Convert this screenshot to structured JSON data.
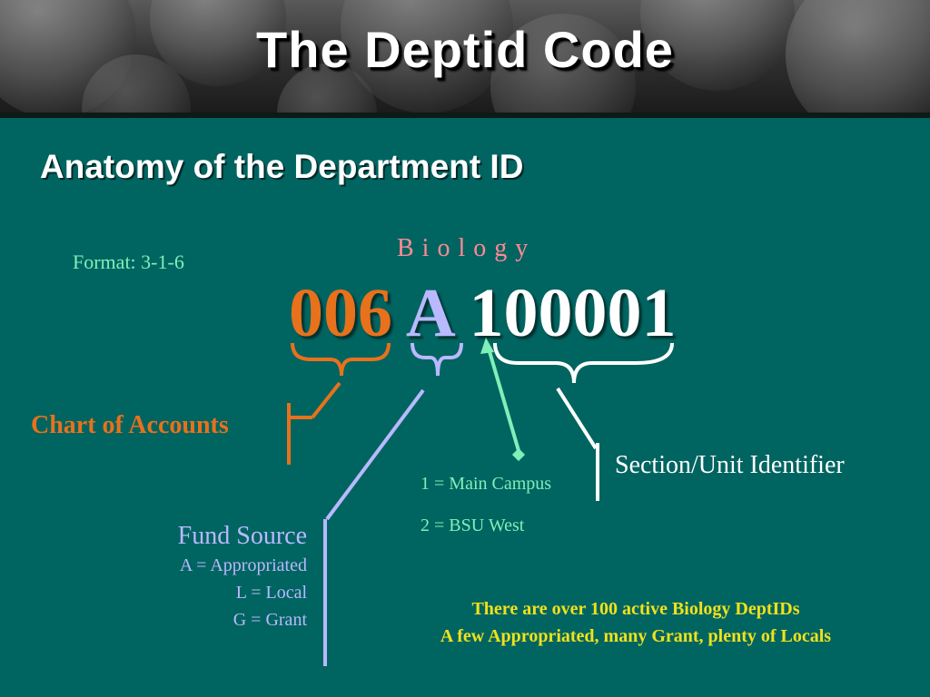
{
  "slide": {
    "title": "The Deptid Code",
    "subtitle": "Anatomy of the Department ID"
  },
  "diagram": {
    "format": "Format: 3-1-6",
    "department": "Biology",
    "code_parts": [
      "006",
      "A",
      "100001"
    ],
    "chart_of_accounts": "Chart of Accounts",
    "section_unit": "Section/Unit Identifier",
    "locations": [
      "1 = Main Campus",
      "2 = BSU West"
    ],
    "fund_source": {
      "heading": "Fund Source",
      "items": [
        "A = Appropriated",
        "L = Local",
        "G = Grant"
      ]
    },
    "note": [
      "There are over 100 active Biology DeptIDs",
      "A few Appropriated, many Grant, plenty of Locals"
    ]
  },
  "colors": {
    "background": "#006461",
    "chart_orange": "#e8711c",
    "fund_lavender": "#b9b9ff",
    "location_green": "#7ff0b8",
    "department_pink": "#ff8a94",
    "note_yellow": "#f0e21a"
  }
}
